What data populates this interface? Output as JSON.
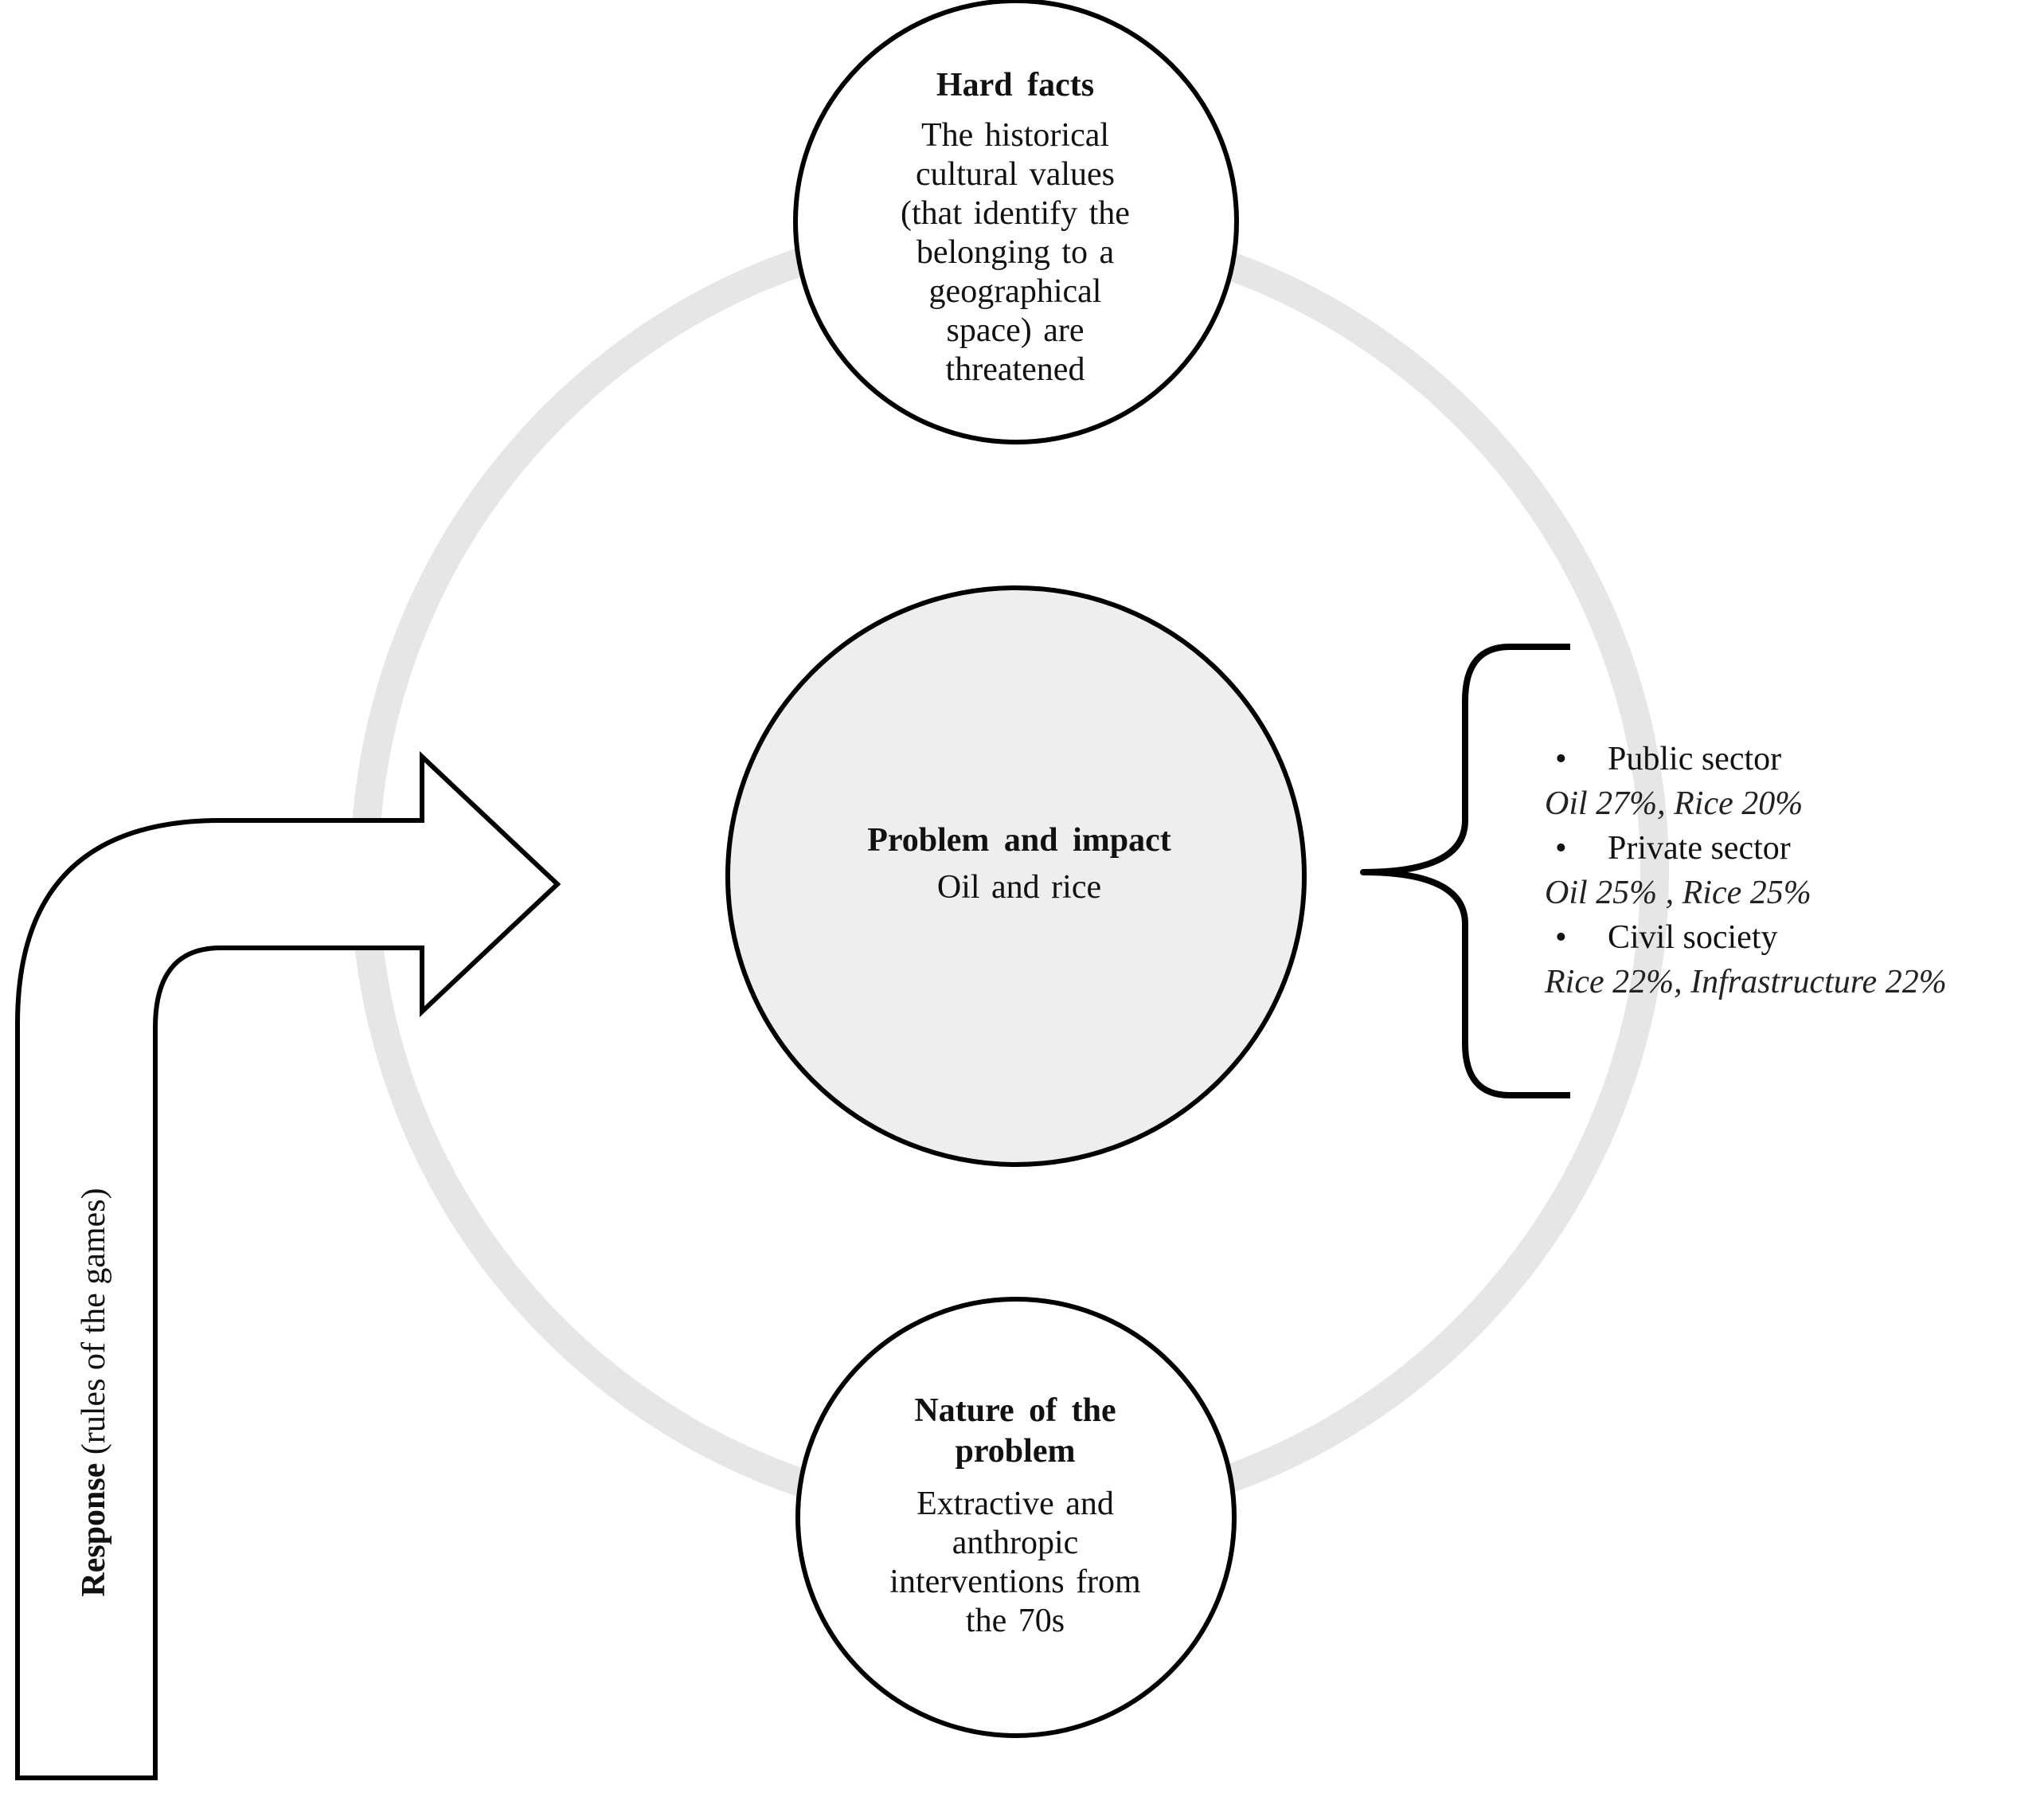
{
  "colors": {
    "ring": "#e6e6e6",
    "outline": "#000000",
    "center_fill": "#eeeeee",
    "background": "#ffffff"
  },
  "hard_facts": {
    "title": "Hard facts",
    "body": [
      "The historical",
      "cultural values",
      "(that identify the",
      "belonging to a",
      "geographical",
      "space) are",
      "threatened"
    ]
  },
  "problem": {
    "title": "Problem and impact",
    "body": "Oil and rice"
  },
  "nature": {
    "title": [
      "Nature of the",
      "problem"
    ],
    "body": [
      "Extractive and",
      "anthropic",
      "interventions from",
      "the 70s"
    ]
  },
  "stakeholders": [
    {
      "name": "Public sector",
      "values": "Oil 27%, Rice 20%"
    },
    {
      "name": "Private sector",
      "values": "Oil 25% , Rice 25%"
    },
    {
      "name": "Civil society",
      "values": "Rice 22%, Infrastructure 22%"
    }
  ],
  "response": {
    "label_bold": "Response",
    "label_rest": " (rules of the games)"
  }
}
